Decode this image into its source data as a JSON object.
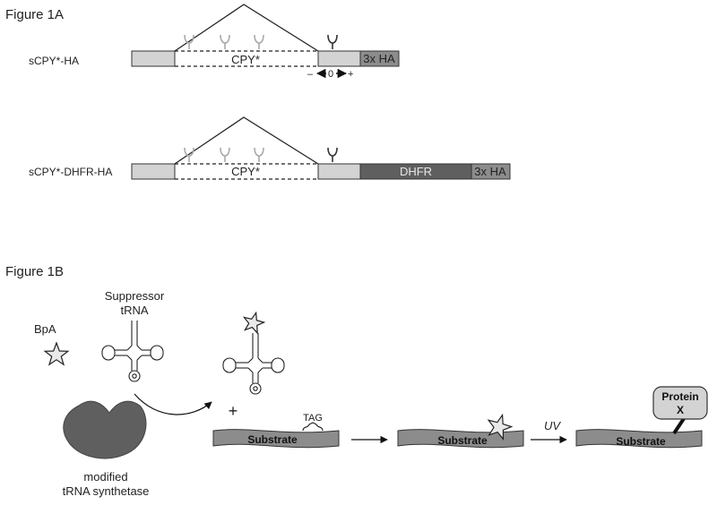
{
  "figure_1a": {
    "title": "Figure 1A",
    "construct_1": {
      "name": "sCPY*-HA",
      "cpy_label": "CPY*",
      "tag_label": "3x HA",
      "scale_minus": "–",
      "scale_zero": "0",
      "scale_plus": "+"
    },
    "construct_2": {
      "name": "sCPY*-DHFR-HA",
      "cpy_label": "CPY*",
      "dhfr_label": "DHFR",
      "tag_label": "3x HA"
    }
  },
  "figure_1b": {
    "title": "Figure 1B",
    "bpa_label": "BpA",
    "trna_label_line1": "Suppressor",
    "trna_label_line2": "tRNA",
    "synthetase_line1": "modified",
    "synthetase_line2": "tRNA synthetase",
    "plus": "+",
    "tag_codon": "TAG",
    "substrate_1": "Substrate",
    "substrate_2": "Substrate",
    "substrate_3": "Substrate",
    "uv_label": "UV",
    "protein_line1": "Protein",
    "protein_line2": "X"
  },
  "colors": {
    "light_gray": "#d3d3d3",
    "dark_gray": "#5f5f5f",
    "mid_gray": "#8c8c8c",
    "faded_glyco": "#a9a9a9"
  }
}
